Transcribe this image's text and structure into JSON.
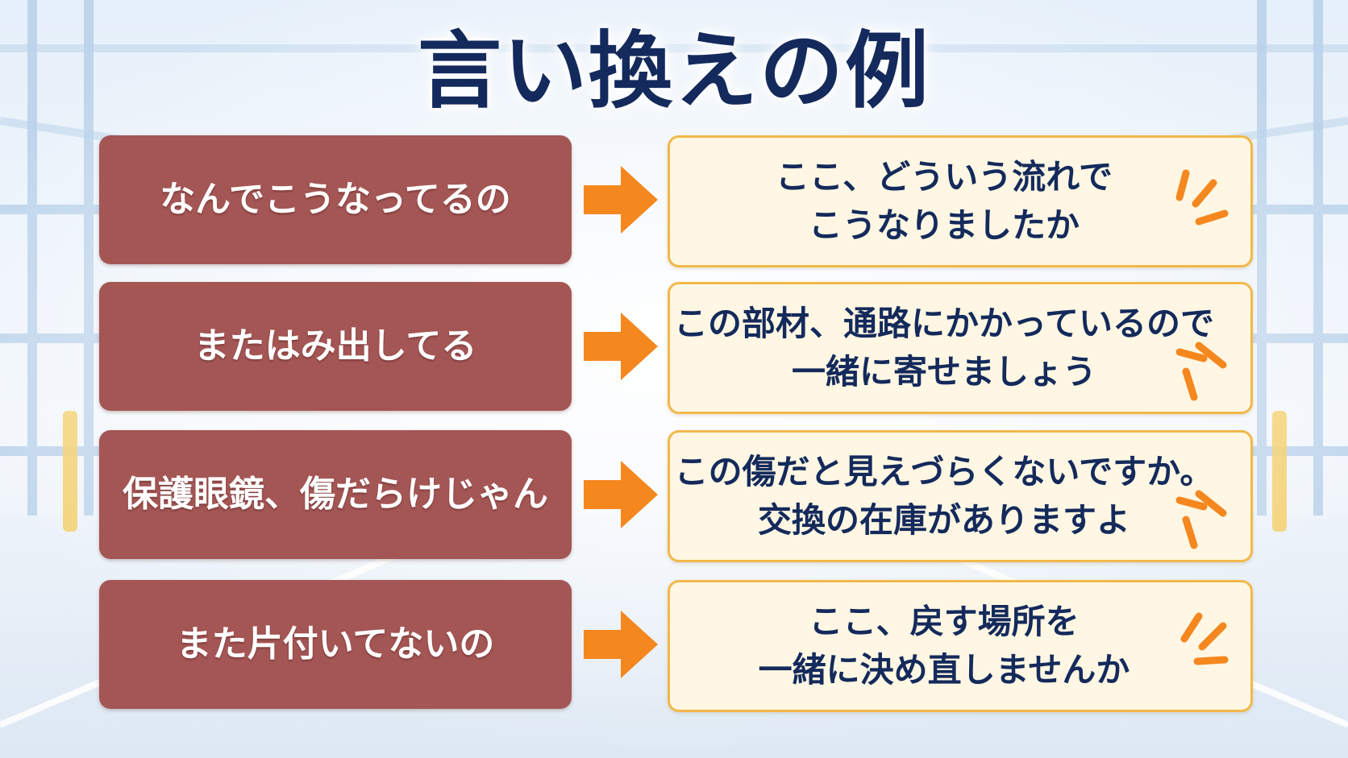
{
  "title": "言い換えの例",
  "colors": {
    "title": "#142a5c",
    "before_box": "#a45654",
    "after_box": "#fff7e3",
    "after_border": "#f2b84b",
    "arrow": "#f5871f"
  },
  "icons": {
    "arrow": "arrow-right-icon",
    "accent": "emphasis-burst-icon"
  },
  "examples": [
    {
      "before": "なんでこうなってるの",
      "after": "ここ、どういう流れで\nこうなりましたか"
    },
    {
      "before": "またはみ出してる",
      "after": "この部材、通路にかかっているので\n一緒に寄せましょう"
    },
    {
      "before": "保護眼鏡、傷だらけじゃん",
      "after": "この傷だと見えづらくないですか。\n交換の在庫がありますよ"
    },
    {
      "before": "また片付いてないの",
      "after": "ここ、戻す場所を\n一緒に決め直しませんか"
    }
  ]
}
